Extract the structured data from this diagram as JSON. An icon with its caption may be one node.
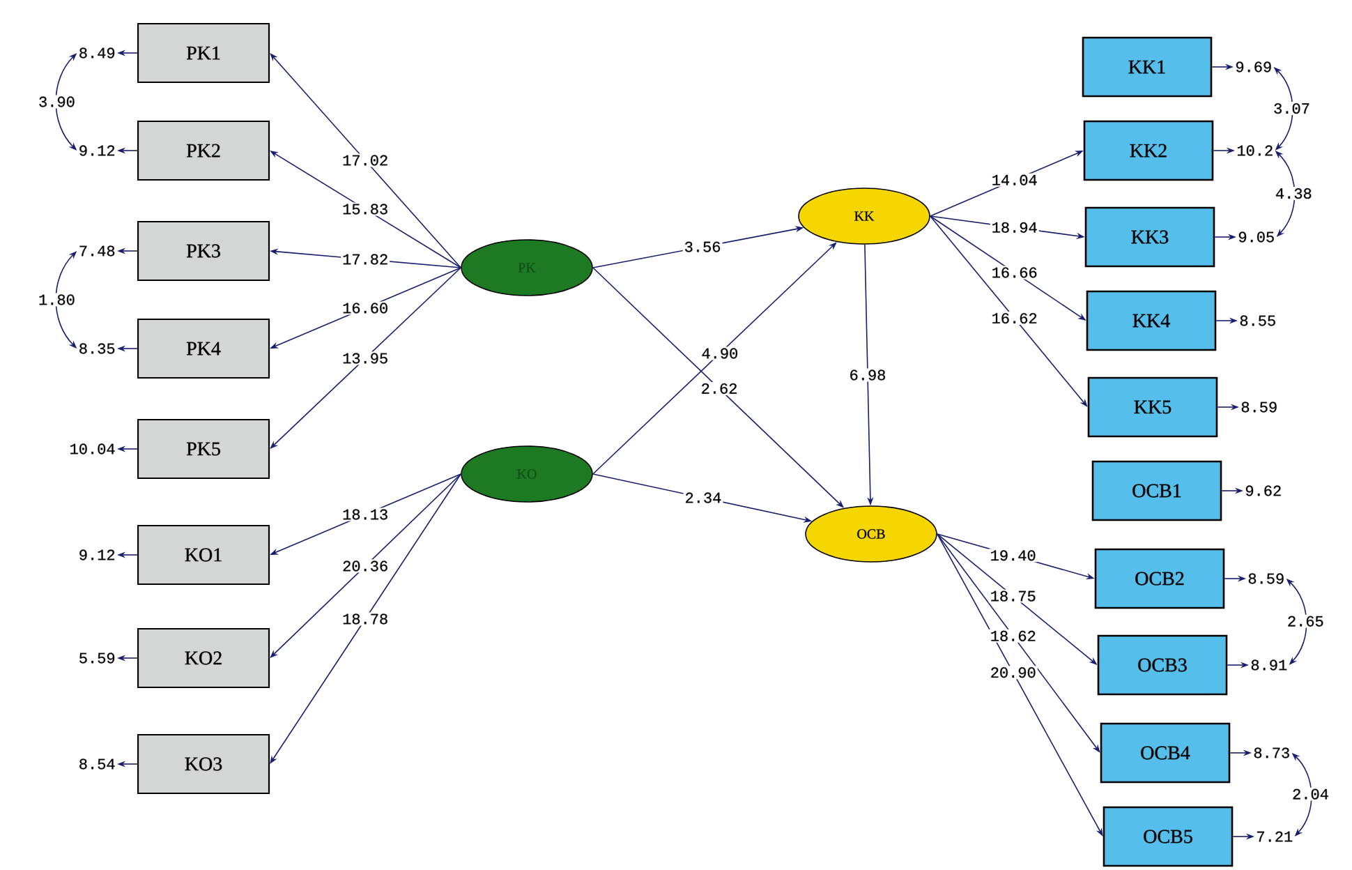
{
  "diagram": {
    "nodes": [
      {
        "text": [
          "PK1"
        ]
      },
      {
        "text": [
          "PK2"
        ]
      },
      {
        "text": [
          "PK3"
        ]
      },
      {
        "text": [
          "PK4"
        ]
      },
      {
        "text": [
          "PK5"
        ]
      },
      {
        "text": [
          "KO1"
        ]
      },
      {
        "text": [
          "KO2"
        ]
      },
      {
        "text": [
          "KO3"
        ]
      },
      {
        "text": [
          "8.49"
        ]
      },
      {
        "text": [
          "9.12"
        ]
      },
      {
        "text": [
          "7.48"
        ]
      },
      {
        "text": [
          "8.35"
        ]
      },
      {
        "text": [
          "10.04"
        ]
      },
      {
        "text": [
          "9.12"
        ]
      },
      {
        "text": [
          "5.59"
        ]
      },
      {
        "text": [
          "8.54"
        ]
      },
      {
        "text": [
          "PK"
        ]
      },
      {
        "text": [
          "KO"
        ]
      },
      {
        "text": [
          "KK"
        ]
      },
      {
        "text": [
          "OCB"
        ]
      },
      {
        "text": [
          "KK1"
        ]
      },
      {
        "text": [
          "KK2"
        ]
      },
      {
        "text": [
          "KK3"
        ]
      },
      {
        "text": [
          "KK4"
        ]
      },
      {
        "text": [
          "KK5"
        ]
      },
      {
        "text": [
          "OCB1"
        ]
      },
      {
        "text": [
          "OCB2"
        ]
      },
      {
        "text": [
          "OCB3"
        ]
      },
      {
        "text": [
          "OCB4"
        ]
      },
      {
        "text": [
          "OCB5"
        ]
      },
      {
        "text": [
          "9.69"
        ]
      },
      {
        "text": [
          "10.2"
        ]
      },
      {
        "text": [
          "9.05"
        ]
      },
      {
        "text": [
          "8.55"
        ]
      },
      {
        "text": [
          "8.59"
        ]
      },
      {
        "text": [
          "9.62"
        ]
      },
      {
        "text": [
          "8.59"
        ]
      },
      {
        "text": [
          "8.91"
        ]
      },
      {
        "text": [
          "8.73"
        ]
      },
      {
        "text": [
          "7.21"
        ]
      }
    ],
    "edges": [
      {
        "from": 0,
        "to": 8,
        "arrow": "to"
      },
      {
        "from": 1,
        "to": 9,
        "arrow": "to"
      },
      {
        "from": 2,
        "to": 10,
        "arrow": "to"
      },
      {
        "from": 3,
        "to": 11,
        "arrow": "to"
      },
      {
        "from": 4,
        "to": 12,
        "arrow": "to"
      },
      {
        "from": 5,
        "to": 13,
        "arrow": "to"
      },
      {
        "from": 6,
        "to": 14,
        "arrow": "to"
      },
      {
        "from": 7,
        "to": 15,
        "arrow": "to"
      },
      {
        "from": 20,
        "to": 30,
        "arrow": "to"
      },
      {
        "from": 21,
        "to": 31,
        "arrow": "to"
      },
      {
        "from": 22,
        "to": 32,
        "arrow": "to"
      },
      {
        "from": 23,
        "to": 33,
        "arrow": "to"
      },
      {
        "from": 24,
        "to": 34,
        "arrow": "to"
      },
      {
        "from": 25,
        "to": 35,
        "arrow": "to"
      },
      {
        "from": 26,
        "to": 36,
        "arrow": "to"
      },
      {
        "from": 27,
        "to": 37,
        "arrow": "to"
      },
      {
        "from": 28,
        "to": 38,
        "arrow": "to"
      },
      {
        "from": 29,
        "to": 39,
        "arrow": "to"
      },
      {
        "from": 8,
        "to": 9,
        "arrow": "both",
        "label": "3.90"
      },
      {
        "from": 10,
        "to": 11,
        "arrow": "both",
        "label": "1.80"
      },
      {
        "from": 30,
        "to": 31,
        "arrow": "both",
        "label": "3.07"
      },
      {
        "from": 31,
        "to": 32,
        "arrow": "both",
        "label": "4.38"
      },
      {
        "from": 36,
        "to": 37,
        "arrow": "both",
        "label": "2.65"
      },
      {
        "from": 38,
        "to": 39,
        "arrow": "both",
        "label": "2.04"
      },
      {
        "from": 16,
        "to": 0,
        "arrow": "to",
        "label": "17.02"
      },
      {
        "from": 16,
        "to": 1,
        "arrow": "to",
        "label": "15.83"
      },
      {
        "from": 16,
        "to": 2,
        "arrow": "to",
        "label": "17.82"
      },
      {
        "from": 16,
        "to": 3,
        "arrow": "to",
        "label": "16.60"
      },
      {
        "from": 16,
        "to": 4,
        "arrow": "to",
        "label": "13.95"
      },
      {
        "from": 17,
        "to": 5,
        "arrow": "to",
        "label": "18.13"
      },
      {
        "from": 17,
        "to": 6,
        "arrow": "to",
        "label": "20.36"
      },
      {
        "from": 17,
        "to": 7,
        "arrow": "to",
        "label": "18.78"
      },
      {
        "from": 16,
        "to": 18,
        "arrow": "to",
        "label": "3.56"
      },
      {
        "from": 16,
        "to": 19,
        "arrow": "to",
        "label": "2.62"
      },
      {
        "from": 17,
        "to": 18,
        "arrow": "to",
        "label": "4.90"
      },
      {
        "from": 17,
        "to": 19,
        "arrow": "to",
        "label": "2.34"
      },
      {
        "from": 18,
        "to": 19,
        "arrow": "to",
        "label": "6.98"
      },
      {
        "from": 18,
        "to": 21,
        "arrow": "to",
        "label": "14.04"
      },
      {
        "from": 18,
        "to": 22,
        "arrow": "to",
        "label": "18.94"
      },
      {
        "from": 18,
        "to": 23,
        "arrow": "to",
        "label": "16.66"
      },
      {
        "from": 18,
        "to": 24,
        "arrow": "to",
        "label": "16.62"
      },
      {
        "from": 19,
        "to": 26,
        "arrow": "to",
        "label": "19.40"
      },
      {
        "from": 19,
        "to": 27,
        "arrow": "to",
        "label": "18.75"
      },
      {
        "from": 19,
        "to": 28,
        "arrow": "to",
        "label": "18.62"
      },
      {
        "from": 19,
        "to": 29,
        "arrow": "to",
        "label": "20.90"
      }
    ]
  }
}
